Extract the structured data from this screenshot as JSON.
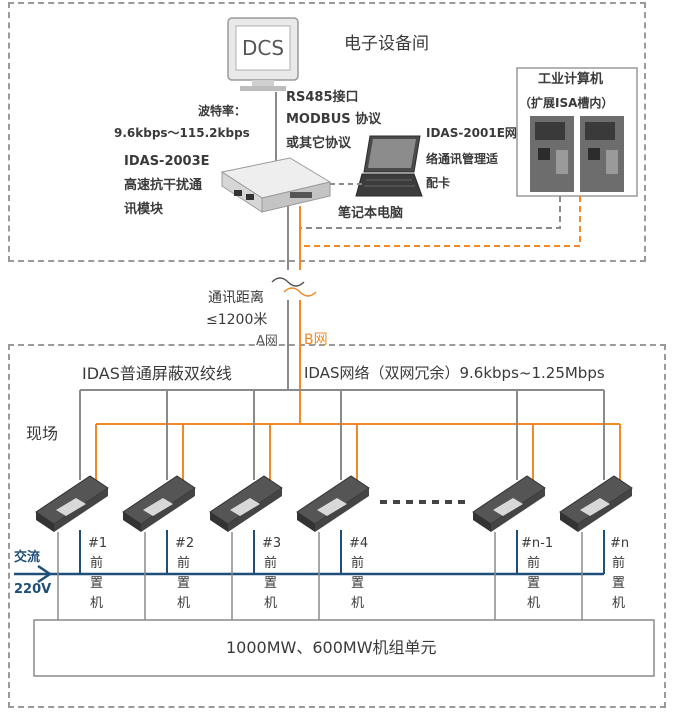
{
  "room": {
    "title": "电子设备间",
    "dcs_label": "DCS",
    "baud_label": "波特率：",
    "baud_range": "9.6kbps～115.2kbps",
    "module_name": "IDAS-2003E",
    "module_desc_1": "高速抗干扰通",
    "module_desc_2": "讯模块",
    "protocol_1": "RS485接口",
    "protocol_2": "MODBUS 协议",
    "protocol_3": "或其它协议",
    "card_name": "IDAS-2001E网",
    "card_desc_1": "络通讯管理适",
    "card_desc_2": "配卡",
    "laptop_label": "笔记本电脑",
    "ipc_title": "工业计算机",
    "ipc_sub": "（扩展ISA槽内）"
  },
  "link": {
    "distance_1": "通讯距离",
    "distance_2": "≤1200米",
    "net_a": "A网",
    "net_b": "B网"
  },
  "field": {
    "title": "现场",
    "cable_label": "IDAS普通屏蔽双绞线",
    "network_label": "IDAS网络（双网冗余）9.6kbps~1.25Mbps",
    "power_1": "交流",
    "power_2": "220V",
    "unit_label": "1000MW、600MW机组单元",
    "devices": [
      {
        "num": "#1",
        "c1": "前",
        "c2": "置",
        "c3": "机"
      },
      {
        "num": "#2",
        "c1": "前",
        "c2": "置",
        "c3": "机"
      },
      {
        "num": "#3",
        "c1": "前",
        "c2": "置",
        "c3": "机"
      },
      {
        "num": "#4",
        "c1": "前",
        "c2": "置",
        "c3": "机"
      },
      {
        "num": "#n-1",
        "c1": "前",
        "c2": "置",
        "c3": "机"
      },
      {
        "num": "#n",
        "c1": "前",
        "c2": "置",
        "c3": "机"
      }
    ]
  },
  "colors": {
    "a_net": "#8a8a8a",
    "b_net": "#f08a24",
    "power": "#1f4e79",
    "border": "#9a9a9a"
  }
}
